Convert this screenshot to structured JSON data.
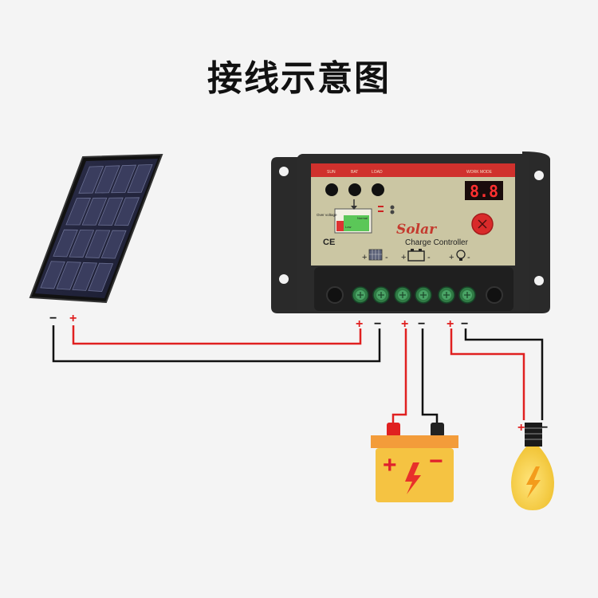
{
  "title": "接线示意图",
  "colors": {
    "positive_wire": "#e02020",
    "negative_wire": "#111111",
    "controller_body": "#2b2b2b",
    "controller_header": "#d0312d",
    "faceplate": "#cbc6a3",
    "battery": "#f5c342",
    "bulb": "#f7d144"
  },
  "controller": {
    "brand": "Solar",
    "name": "Charge Controller",
    "indicator_labels": [
      "SUN",
      "BAT",
      "LOAD"
    ],
    "work_mode_label": "WORK MODE",
    "display": "8.8",
    "ce_mark": "CE",
    "over_voltage_label": "Over voltage",
    "normal_label": "Normal",
    "low_label": "Low",
    "terminal_group_labels": {
      "pv_plus": "+",
      "pv_minus": "-",
      "bat_plus": "+",
      "bat_minus": "-",
      "load_plus": "+",
      "load_minus": "-"
    }
  },
  "terminals": {
    "pv_positive": "+",
    "pv_negative": "−",
    "bat_positive": "+",
    "bat_negative": "−",
    "load_positive": "+",
    "load_negative": "−"
  },
  "solar_panel": {
    "positive": "+",
    "negative": "−"
  },
  "battery": {
    "positive": "+",
    "negative": "−"
  },
  "bulb": {
    "positive": "+",
    "negative": "−"
  },
  "icons": {
    "solar_panel": "solar-panel-icon",
    "battery": "battery-icon",
    "bulb": "light-bulb-icon",
    "button": "work-mode-button-icon"
  }
}
